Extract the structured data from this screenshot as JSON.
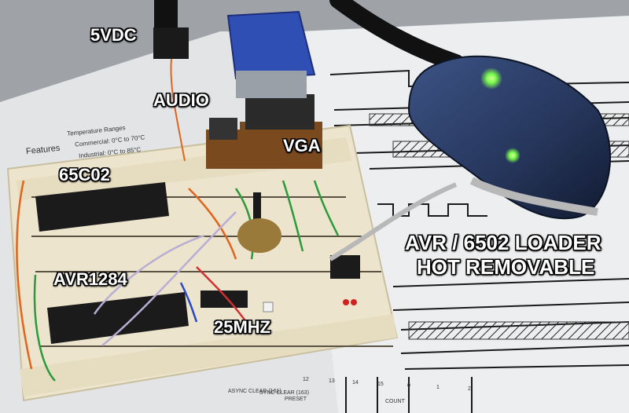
{
  "labels": {
    "power": "5VDC",
    "audio": "AUDIO",
    "vga": "VGA",
    "cpu": "65C02",
    "mcu": "AVR1284",
    "clock": "25MHZ",
    "loader_line1": "AVR / 6502 LOADER",
    "loader_line2": "HOT REMOVABLE"
  },
  "datasheet": {
    "heading": "Features",
    "lines": [
      "Temperature Ranges",
      "Commercial: 0°C to 70°C",
      "Industrial: 0°C to 85°C"
    ],
    "bottom_labels": [
      "ASYNC CLEAR (161)",
      "SYNC CLEAR (163)",
      "PRESET",
      "12",
      "13",
      "14",
      "15",
      "0",
      "1",
      "2",
      "COUNT"
    ]
  },
  "colors": {
    "paper": "#e4e6e8",
    "breadboard": "#ede6d2",
    "chip": "#1b1b1b",
    "vga_connector": "#2f4fb4",
    "programmer_shell": "#2a3a5c",
    "led_green": "#7cff4a"
  }
}
